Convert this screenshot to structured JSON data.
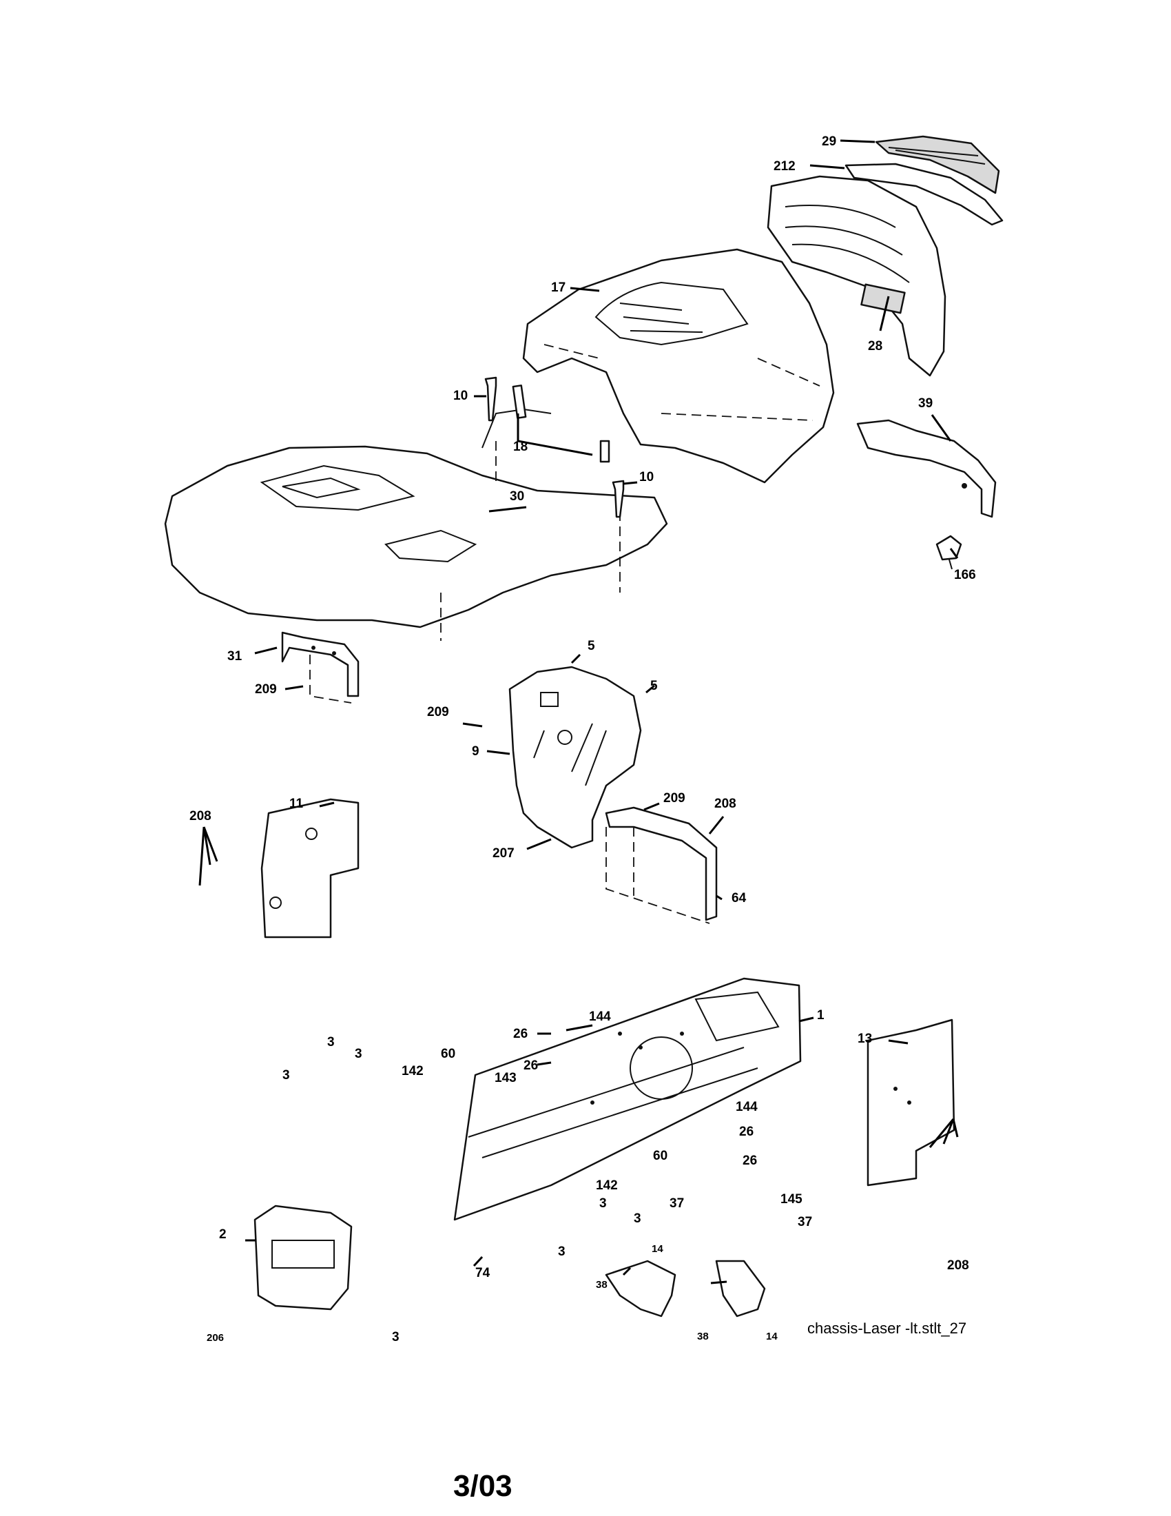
{
  "drawing_id": "chassis-Laser -lt.stlt_27",
  "date_code": "3/03",
  "callouts": {
    "c29": "29",
    "c212": "212",
    "c17": "17",
    "c28": "28",
    "c10a": "10",
    "c18": "18",
    "c10b": "10",
    "c30": "30",
    "c39": "39",
    "c166": "166",
    "c31": "31",
    "c209a": "209",
    "c5a": "5",
    "c5b": "5",
    "c209b": "209",
    "c9": "9",
    "c209c": "209",
    "c208a": "208",
    "c207": "207",
    "c64": "64",
    "c208b": "208",
    "c11": "11",
    "c144a": "144",
    "c1": "1",
    "c26a": "26",
    "c26b": "26",
    "c3a": "3",
    "c3b": "3",
    "c3c": "3",
    "c60a": "60",
    "c142a": "142",
    "c143": "143",
    "c13": "13",
    "c144b": "144",
    "c26c": "26",
    "c60b": "60",
    "c26d": "26",
    "c142b": "142",
    "c3d": "3",
    "c3e": "3",
    "c3f": "3",
    "c37a": "37",
    "c145": "145",
    "c37b": "37",
    "c2": "2",
    "c74": "74",
    "c14a": "14",
    "c208c": "208",
    "c38a": "38",
    "c206": "206",
    "c3g": "3",
    "c38b": "38",
    "c14b": "14"
  }
}
